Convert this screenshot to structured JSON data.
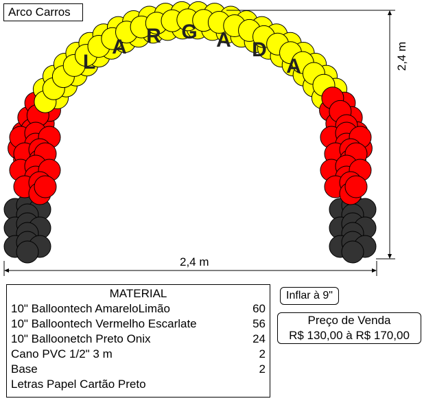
{
  "title": "Arco Carros",
  "letters": [
    "L",
    "A",
    "R",
    "G",
    "A",
    "D",
    "A"
  ],
  "dimensions": {
    "width_label": "2,4 m",
    "height_label": "2,4 m"
  },
  "colors": {
    "yellow": "#ffff00",
    "red": "#ff0000",
    "black": "#333333",
    "outline": "#000000"
  },
  "material": {
    "heading": "MATERIAL",
    "items": [
      {
        "name": "10\" Balloontech AmareloLimão",
        "qty": "60"
      },
      {
        "name": "10\" Balloontech Vermelho Escarlate",
        "qty": "56"
      },
      {
        "name": "10\" Balloonetch Preto Onix",
        "qty": "24"
      },
      {
        "name": "Cano PVC 1/2\" 3 m",
        "qty": "2"
      },
      {
        "name": "Base",
        "qty": "2"
      },
      {
        "name": "Letras Papel Cartão Preto",
        "qty": ""
      }
    ]
  },
  "inflate_note": "Inflar à 9\"",
  "price": {
    "label": "Preço de Venda",
    "range": "R$ 130,00 à R$ 170,00"
  }
}
